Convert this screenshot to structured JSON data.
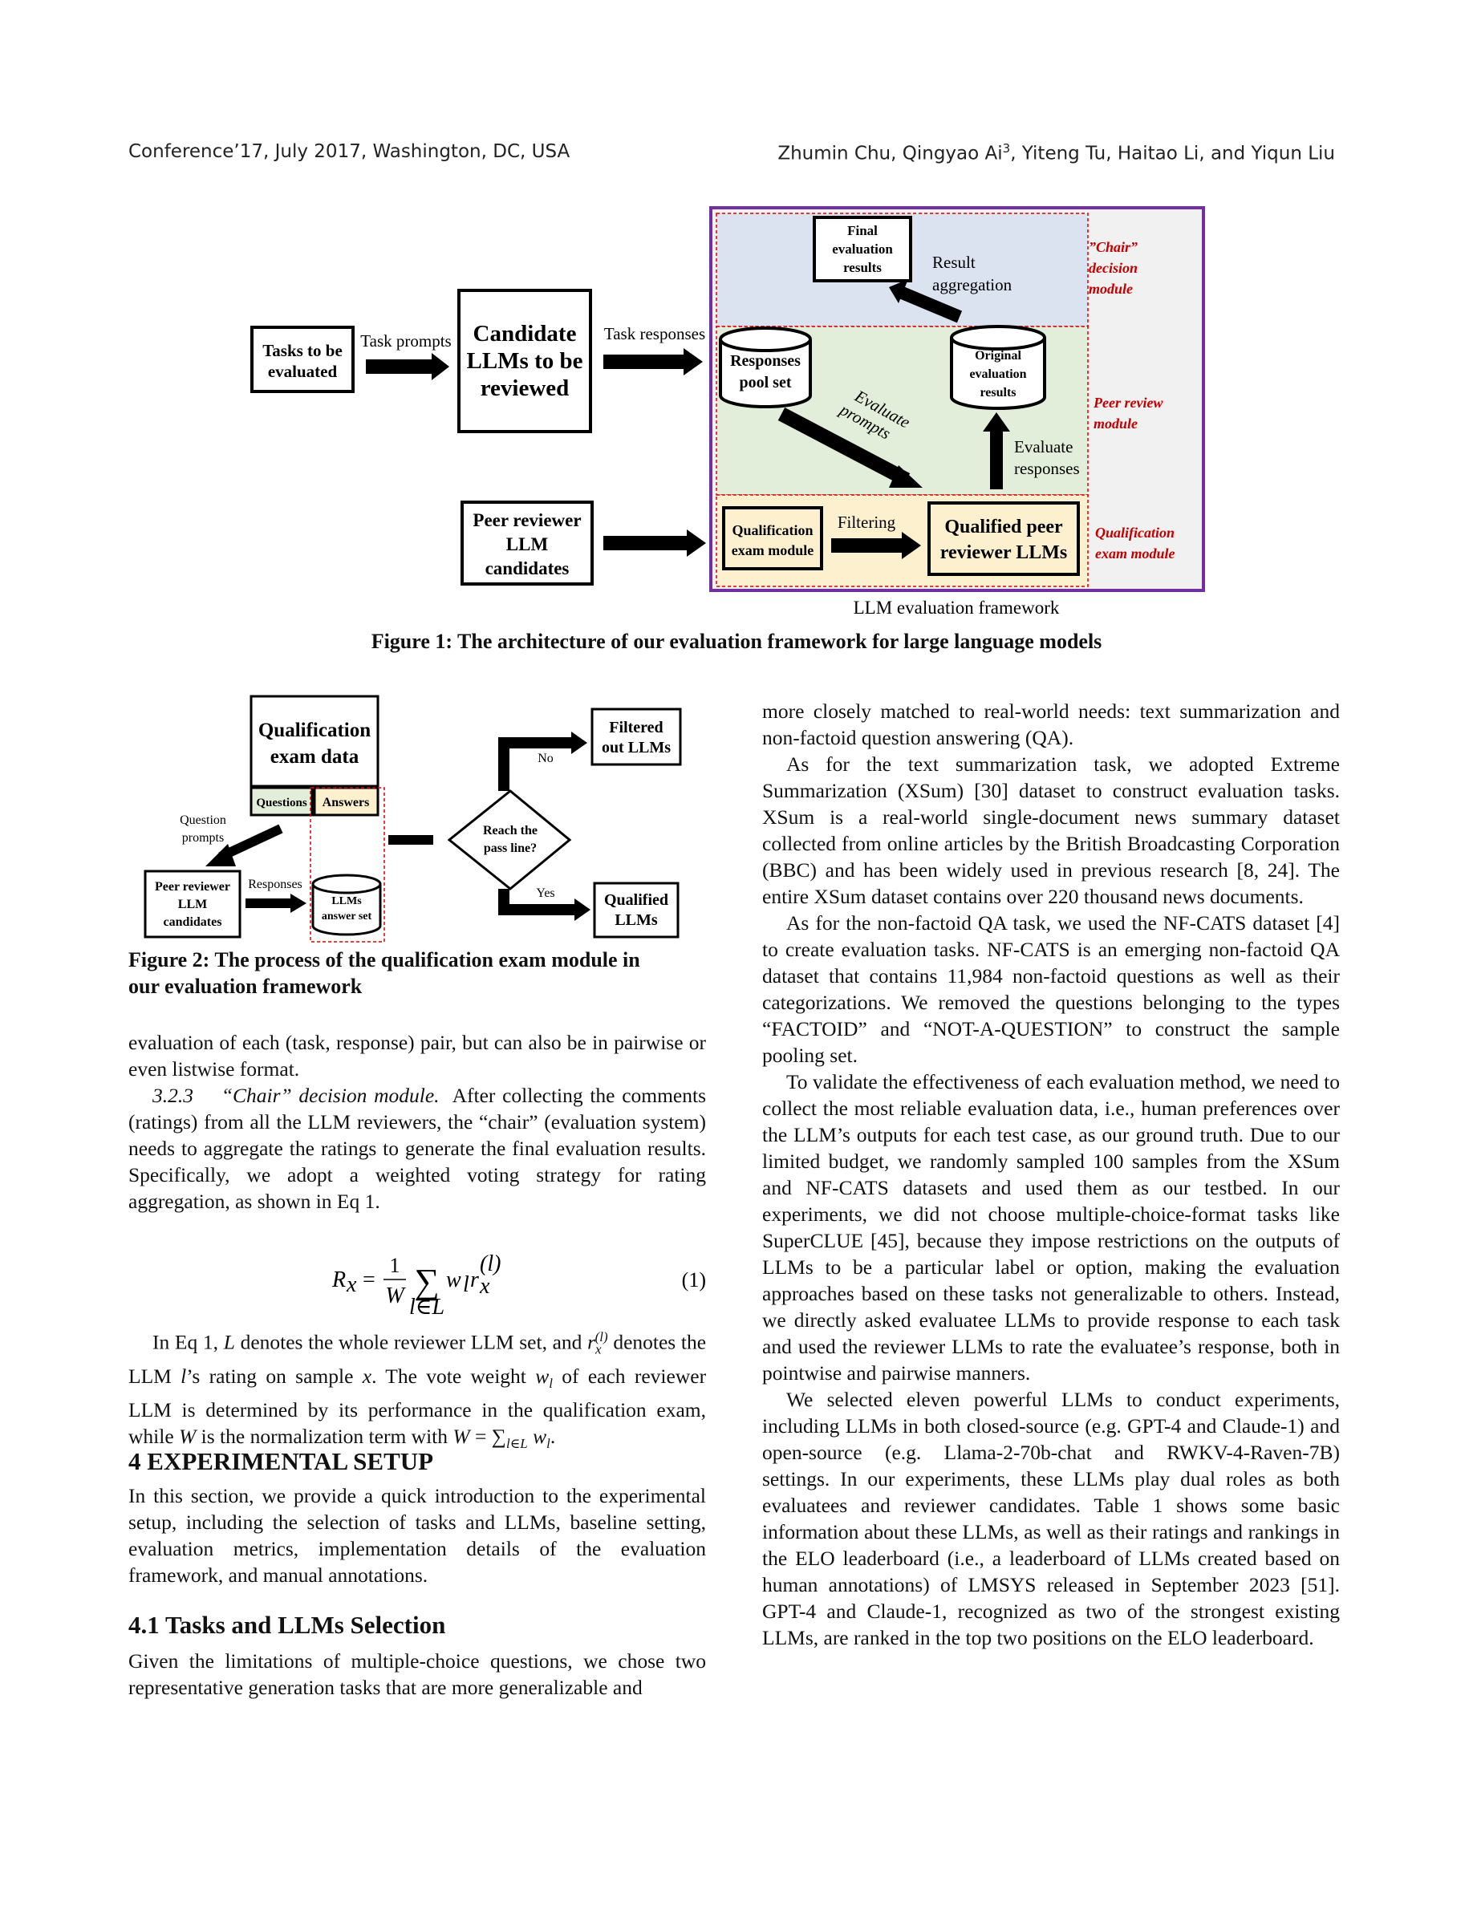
{
  "header": {
    "left": "Conference’17, July 2017, Washington, DC, USA",
    "right_authors": "Zhumin Chu, Qingyao Ai",
    "right_sup": "3",
    "right_rest": ", Yiteng Tu, Haitao Li, and Yiqun Liu"
  },
  "fig1": {
    "tasks": [
      "Tasks to be",
      "evaluated"
    ],
    "task_prompts": "Task prompts",
    "candidate": [
      "Candidate",
      "LLMs to be",
      "reviewed"
    ],
    "task_responses": "Task responses",
    "final": [
      "Final",
      "evaluation",
      "results"
    ],
    "result_agg": [
      "Result",
      "aggregation"
    ],
    "chair": [
      "”Chair”",
      "decision",
      "module"
    ],
    "pool": [
      "Responses",
      "pool set"
    ],
    "original": [
      "Original",
      "evaluation",
      "results"
    ],
    "eval_prompts": [
      "Evaluate",
      "prompts"
    ],
    "eval_responses": [
      "Evaluate",
      "responses"
    ],
    "peer_module": [
      "Peer review",
      "module"
    ],
    "peer_cand": [
      "Peer reviewer",
      "LLM",
      "candidates"
    ],
    "qual_exam": [
      "Qualification",
      "exam module"
    ],
    "filtering": "Filtering",
    "qualified_peer": [
      "Qualified peer",
      "reviewer LLMs"
    ],
    "qual_module": [
      "Qualification",
      "exam module"
    ],
    "framework": "LLM evaluation framework",
    "caption": "Figure 1: The architecture of our evaluation framework for large language models"
  },
  "fig2": {
    "qual_data": [
      "Qualification",
      "exam data"
    ],
    "questions": "Questions",
    "answers": "Answers",
    "question_prompts": [
      "Question",
      "prompts"
    ],
    "peer": [
      "Peer reviewer",
      "LLM",
      "candidates"
    ],
    "responses": "Responses",
    "answer_set": [
      "LLMs",
      "answer set"
    ],
    "reach": [
      "Reach the",
      "pass line?"
    ],
    "no": "No",
    "yes": "Yes",
    "filtered": [
      "Filtered",
      "out LLMs"
    ],
    "qualified": [
      "Qualified",
      "LLMs"
    ],
    "caption1": "Figure 2: The process of the qualification exam module in",
    "caption2": "our evaluation framework"
  },
  "left": {
    "p1": "evaluation of each (task, response) pair, but can also be in pairwise or even listwise format.",
    "sub_num": "3.2.3",
    "sub_title": "“Chair” decision module.",
    "p2": "After collecting the comments (ratings) from all the LLM reviewers, the “chair” (evaluation system) needs to aggregate the ratings to generate the final evaluation results. Specifically, we adopt a weighted voting strategy for rating aggregation, as shown in Eq 1.",
    "eq_number": "(1)",
    "p3_a": "In Eq 1,",
    "p3_b": "denotes the whole reviewer LLM set, and",
    "p3_c": "denotes the LLM",
    "p3_d": "’s rating on sample",
    "p3_e": ". The vote weight",
    "p3_f": "of each reviewer LLM is determined by its performance in the qualification exam, while",
    "p3_g": "is the normalization term with",
    "sec4": "4   EXPERIMENTAL SETUP",
    "p4": "In this section, we provide a quick introduction to the experimental setup, including the selection of tasks and LLMs, baseline setting, evaluation metrics, implementation details of the evaluation framework, and manual annotations.",
    "sec41": "4.1   Tasks and LLMs Selection",
    "p5": "Given the limitations of multiple-choice questions, we chose two representative generation tasks that are more generalizable and"
  },
  "right": {
    "p1": "more closely matched to real-world needs: text summarization and non-factoid question answering (QA).",
    "p2": "As for the text summarization task, we adopted Extreme Summarization (XSum) [30] dataset to construct evaluation tasks. XSum is a real-world single-document news summary dataset collected from online articles by the British Broadcasting Corporation (BBC) and has been widely used in previous research [8, 24]. The entire XSum dataset contains over 220 thousand news documents.",
    "p3": "As for the non-factoid QA task, we used the NF-CATS dataset [4] to create evaluation tasks. NF-CATS is an emerging non-factoid QA dataset that contains 11,984 non-factoid questions as well as their categorizations. We removed the questions belonging to the types “FACTOID” and “NOT-A-QUESTION” to construct the sample pooling set.",
    "p4": "To validate the effectiveness of each evaluation method, we need to collect the most reliable evaluation data, i.e., human preferences over the LLM’s outputs for each test case, as our ground truth. Due to our limited budget, we randomly sampled 100 samples from the XSum and NF-CATS datasets and used them as our testbed. In our experiments, we did not choose multiple-choice-format tasks like SuperCLUE [45], because they impose restrictions on the outputs of LLMs to be a particular label or option, making the evaluation approaches based on these tasks not generalizable to others. Instead, we directly asked evaluatee LLMs to provide response to each task and used the reviewer LLMs to rate the evaluatee’s response, both in pointwise and pairwise manners.",
    "p5": "We selected eleven powerful LLMs to conduct experiments, including LLMs in both closed-source (e.g. GPT-4 and Claude-1) and open-source (e.g. Llama-2-70b-chat and RWKV-4-Raven-7B) settings. In our experiments, these LLMs play dual roles as both evaluatees and reviewer candidates. Table 1 shows some basic information about these LLMs, as well as their ratings and rankings in the ELO leaderboard (i.e., a leaderboard of LLMs created based on human annotations) of LMSYS released in September 2023 [51]. GPT-4 and Claude-1, recognized as two of the strongest existing LLMs, are ranked in the top two positions on the ELO leaderboard."
  }
}
